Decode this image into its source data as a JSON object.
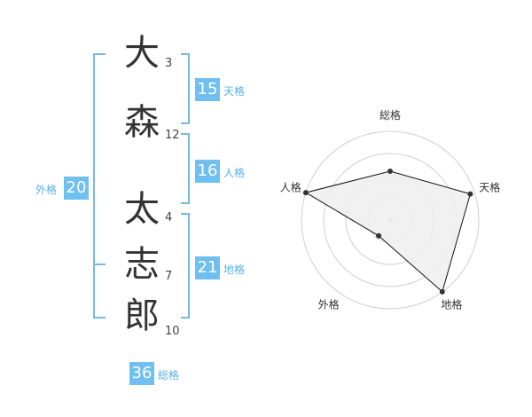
{
  "name_chars": [
    {
      "char": "大",
      "strokes": "3"
    },
    {
      "char": "森",
      "strokes": "12"
    },
    {
      "char": "太",
      "strokes": "4"
    },
    {
      "char": "志",
      "strokes": "7"
    },
    {
      "char": "郎",
      "strokes": "10"
    }
  ],
  "kakaku": {
    "tenkaku": {
      "value": "15",
      "label": "天格"
    },
    "jinkaku": {
      "value": "16",
      "label": "人格"
    },
    "chikaku": {
      "value": "21",
      "label": "地格"
    },
    "gaikaku": {
      "value": "20",
      "label": "外格"
    },
    "soukaku": {
      "value": "36",
      "label": "総格"
    }
  },
  "chart_data": {
    "type": "radar",
    "axes": [
      "総格",
      "天格",
      "地格",
      "外格",
      "人格"
    ],
    "values": [
      0.55,
      0.95,
      1.0,
      0.22,
      1.0
    ],
    "rings": 4,
    "colors": {
      "fill": "#efefef",
      "stroke": "#111111",
      "grid": "#d0d0d0",
      "center": "#cccccc"
    }
  },
  "colors": {
    "accent": "#6fc0f0",
    "bracket": "#78b7e0",
    "label": "#5ab1e6"
  }
}
